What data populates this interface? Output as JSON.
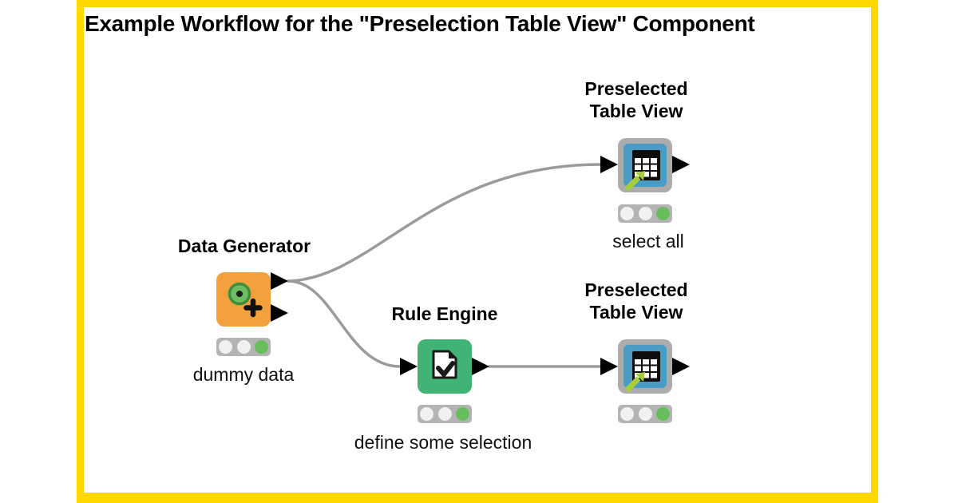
{
  "title": "Example Workflow for the \"Preselection Table View\" Component",
  "colors": {
    "frame_yellow": "#FFD800",
    "node_orange": "#F2A13C",
    "node_green": "#41B375",
    "component_frame_gray": "#ACACAC",
    "component_blue": "#4A9CC6",
    "view_arrow_lime": "#A6CE39",
    "status_light_green": "#68BE5C",
    "connection_gray": "#9B9B9B"
  },
  "nodes": {
    "data_generator": {
      "label": "Data Generator",
      "annotation": "dummy data",
      "icon": "target-plus-icon",
      "status_light": "green"
    },
    "rule_engine": {
      "label": "Rule Engine",
      "annotation": "define some selection",
      "icon": "document-check-icon",
      "status_light": "green"
    },
    "table_view_top": {
      "label_line1": "Preselected",
      "label_line2": "Table View",
      "annotation": "select all",
      "icon": "table-view-icon",
      "status_light": "green"
    },
    "table_view_bottom": {
      "label_line1": "Preselected",
      "label_line2": "Table View",
      "icon": "table-view-icon",
      "status_light": "green"
    }
  },
  "connections": [
    {
      "from": "Data Generator out 1",
      "to": "Preselected Table View (top) in"
    },
    {
      "from": "Data Generator out 1",
      "to": "Rule Engine in"
    },
    {
      "from": "Rule Engine out",
      "to": "Preselected Table View (bottom) in"
    }
  ]
}
